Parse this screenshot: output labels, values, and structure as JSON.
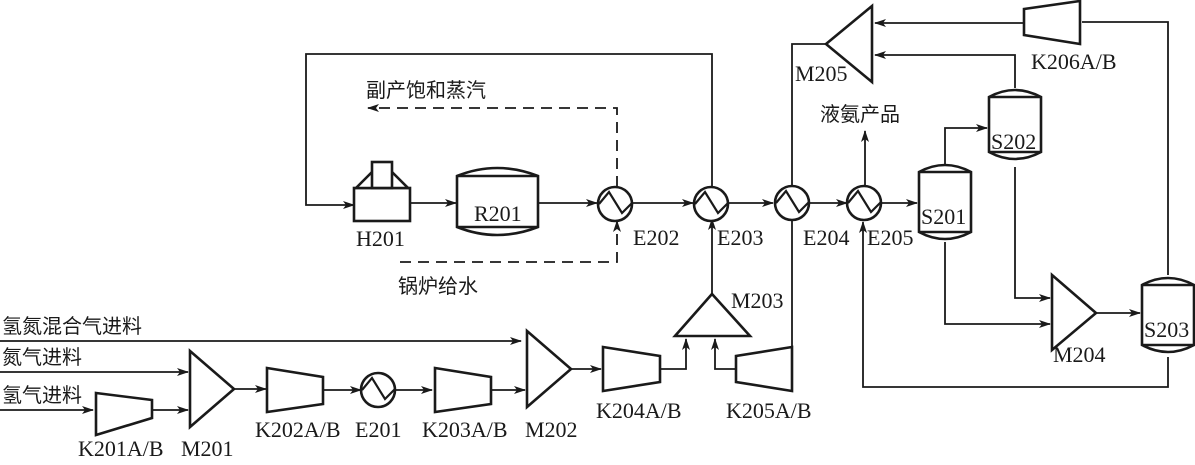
{
  "diagram": {
    "title": "",
    "equipment": {
      "H201": "H201",
      "R201": "R201",
      "E201": "E201",
      "E202": "E202",
      "E203": "E203",
      "E204": "E204",
      "E205": "E205",
      "K201": "K201A/B",
      "K202": "K202A/B",
      "K203": "K203A/B",
      "K204": "K204A/B",
      "K205": "K205A/B",
      "K206": "K206A/B",
      "M201": "M201",
      "M202": "M202",
      "M203": "M203",
      "M204": "M204",
      "M205": "M205",
      "S201": "S201",
      "S202": "S202",
      "S203": "S203"
    },
    "streams": {
      "hn_mixed_feed": "氢氮混合气进料",
      "nitrogen_feed": "氮气进料",
      "hydrogen_feed": "氢气进料",
      "byproduct_steam": "副产饱和蒸汽",
      "boiler_feedwater": "锅炉给水",
      "liquid_ammonia_product": "液氨产品"
    },
    "legend_icons": {
      "heat_exchanger": "heat-exchanger-icon",
      "compressor": "compressor-icon",
      "mixer": "mixer-icon",
      "separator": "separator-vessel-icon",
      "reactor": "reactor-icon",
      "furnace": "heater-icon"
    }
  }
}
